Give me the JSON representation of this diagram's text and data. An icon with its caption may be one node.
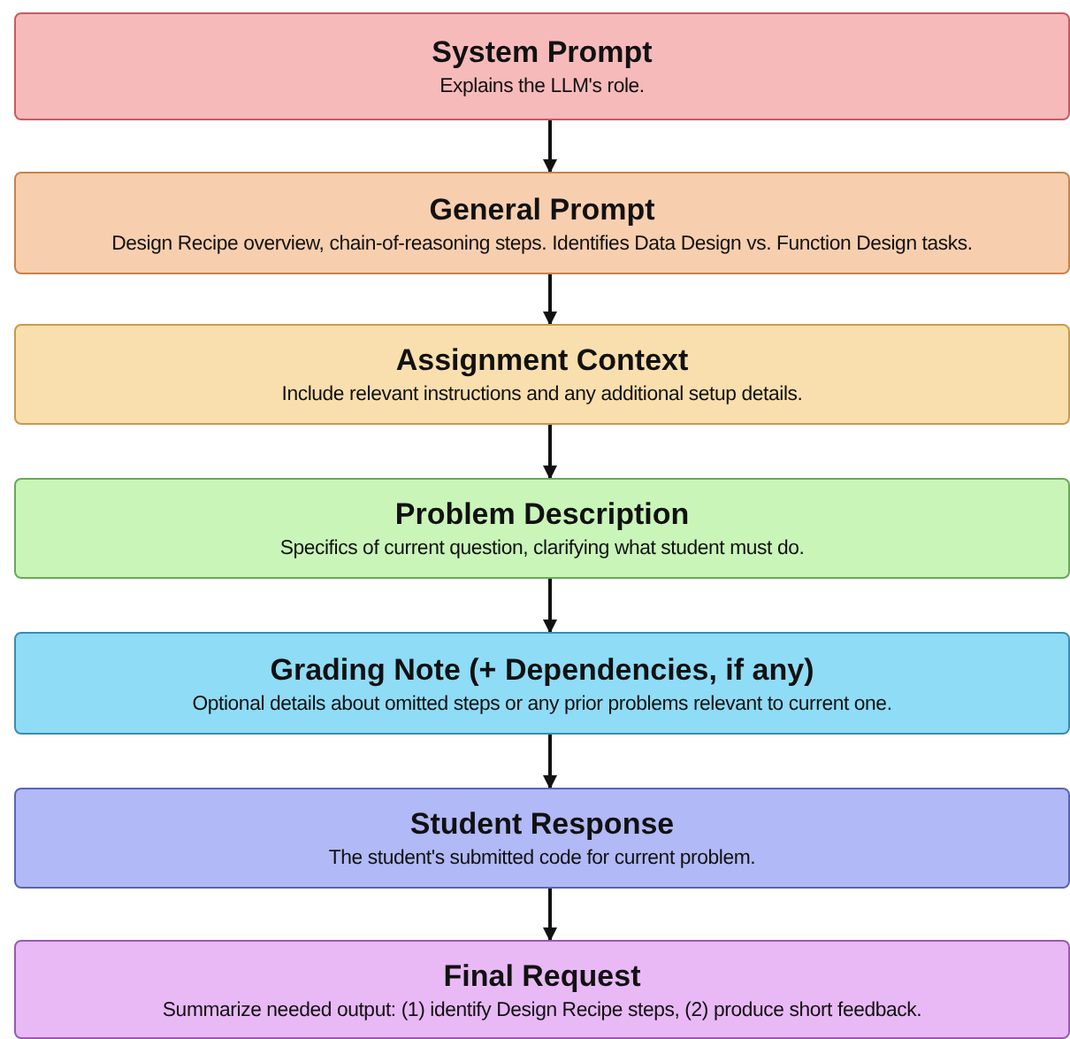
{
  "diagram": {
    "nodes": [
      {
        "text": [
          "System Prompt",
          "Explains the LLM's role."
        ]
      },
      {
        "text": [
          "General Prompt",
          "Design Recipe overview, chain-of-reasoning steps. Identifies Data Design vs. Function Design tasks."
        ]
      },
      {
        "text": [
          "Assignment Context",
          "Include relevant instructions and any additional setup details."
        ]
      },
      {
        "text": [
          "Problem Description",
          "Specifics of current question, clarifying what student must do."
        ]
      },
      {
        "text": [
          "Grading Note (+ Dependencies, if any)",
          "Optional details about omitted steps or any prior problems relevant to current one."
        ]
      },
      {
        "text": [
          "Student Response",
          "The student's submitted code for current problem."
        ]
      },
      {
        "text": [
          "Final Request",
          "Summarize needed output: (1) identify Design Recipe steps, (2) produce short feedback."
        ]
      }
    ],
    "edges": [
      {
        "from": 0,
        "to": 1,
        "arrow": "to"
      },
      {
        "from": 1,
        "to": 2,
        "arrow": "to"
      },
      {
        "from": 2,
        "to": 3,
        "arrow": "to"
      },
      {
        "from": 3,
        "to": 4,
        "arrow": "to"
      },
      {
        "from": 4,
        "to": 5,
        "arrow": "to"
      },
      {
        "from": 5,
        "to": 6,
        "arrow": "to"
      }
    ]
  }
}
